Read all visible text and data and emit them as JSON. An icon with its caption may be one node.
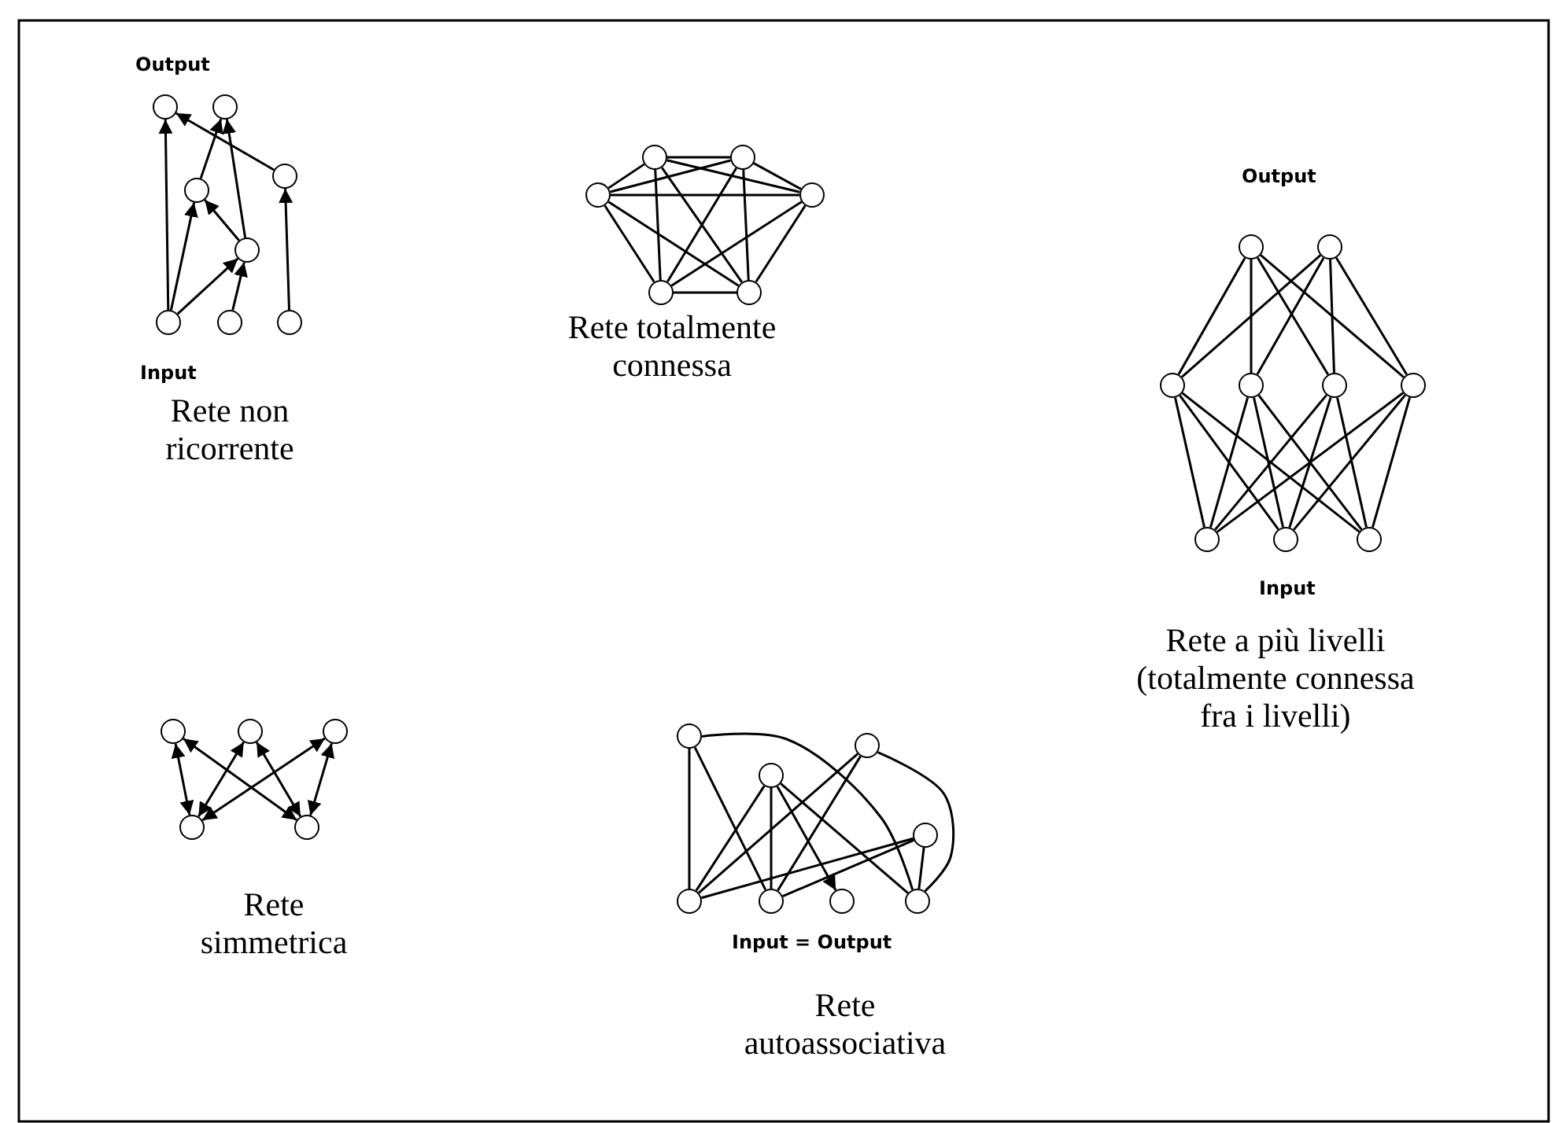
{
  "diagram": {
    "nodes": [
      {
        "text": [],
        "shape": "circle"
      },
      {
        "text": [],
        "shape": "circle"
      },
      {
        "text": [],
        "shape": "circle"
      },
      {
        "text": [],
        "shape": "circle"
      },
      {
        "text": [],
        "shape": "circle"
      },
      {
        "text": [],
        "shape": "circle"
      },
      {
        "text": [],
        "shape": "circle"
      },
      {
        "text": [],
        "shape": "circle"
      },
      {
        "text": [],
        "shape": "circle"
      },
      {
        "text": [],
        "shape": "circle"
      },
      {
        "text": [],
        "shape": "circle"
      },
      {
        "text": [],
        "shape": "circle"
      },
      {
        "text": [],
        "shape": "circle"
      },
      {
        "text": [],
        "shape": "circle"
      },
      {
        "text": [],
        "shape": "circle"
      },
      {
        "text": [],
        "shape": "circle"
      },
      {
        "text": [],
        "shape": "circle"
      },
      {
        "text": [],
        "shape": "circle"
      },
      {
        "text": [],
        "shape": "circle"
      },
      {
        "text": [],
        "shape": "circle"
      },
      {
        "text": [],
        "shape": "circle"
      },
      {
        "text": [],
        "shape": "circle"
      },
      {
        "text": [],
        "shape": "circle"
      },
      {
        "text": [],
        "shape": "circle"
      },
      {
        "text": [],
        "shape": "circle"
      },
      {
        "text": [],
        "shape": "circle"
      },
      {
        "text": [],
        "shape": "circle"
      },
      {
        "text": [],
        "shape": "circle"
      },
      {
        "text": [],
        "shape": "circle"
      },
      {
        "text": [],
        "shape": "circle"
      },
      {
        "text": [],
        "shape": "circle"
      },
      {
        "text": [],
        "shape": "circle"
      },
      {
        "text": [],
        "shape": "circle"
      },
      {
        "text": [],
        "shape": "circle"
      },
      {
        "text": [],
        "shape": "circle"
      },
      {
        "text": [],
        "shape": "circle"
      }
    ],
    "edges": [
      {
        "from": 5,
        "to": 0,
        "arrow": "to"
      },
      {
        "from": 5,
        "to": 3,
        "arrow": "to"
      },
      {
        "from": 5,
        "to": 4,
        "arrow": "to"
      },
      {
        "from": 6,
        "to": 4,
        "arrow": "to"
      },
      {
        "from": 7,
        "to": 2,
        "arrow": "to"
      },
      {
        "from": 4,
        "to": 3,
        "arrow": "to"
      },
      {
        "from": 4,
        "to": 1,
        "arrow": "to"
      },
      {
        "from": 3,
        "to": 1,
        "arrow": "to"
      },
      {
        "from": 2,
        "to": 0,
        "arrow": "to"
      },
      {
        "from": 8,
        "to": 9,
        "arrow": "none"
      },
      {
        "from": 8,
        "to": 10,
        "arrow": "none"
      },
      {
        "from": 8,
        "to": 11,
        "arrow": "none"
      },
      {
        "from": 8,
        "to": 12,
        "arrow": "none"
      },
      {
        "from": 8,
        "to": 13,
        "arrow": "none"
      },
      {
        "from": 9,
        "to": 10,
        "arrow": "none"
      },
      {
        "from": 9,
        "to": 11,
        "arrow": "none"
      },
      {
        "from": 9,
        "to": 12,
        "arrow": "none"
      },
      {
        "from": 9,
        "to": 13,
        "arrow": "none"
      },
      {
        "from": 10,
        "to": 11,
        "arrow": "none"
      },
      {
        "from": 10,
        "to": 12,
        "arrow": "none"
      },
      {
        "from": 10,
        "to": 13,
        "arrow": "none"
      },
      {
        "from": 11,
        "to": 12,
        "arrow": "none"
      },
      {
        "from": 11,
        "to": 13,
        "arrow": "none"
      },
      {
        "from": 12,
        "to": 13,
        "arrow": "none"
      },
      {
        "from": 14,
        "to": 16,
        "arrow": "none"
      },
      {
        "from": 14,
        "to": 17,
        "arrow": "none"
      },
      {
        "from": 14,
        "to": 18,
        "arrow": "none"
      },
      {
        "from": 14,
        "to": 19,
        "arrow": "none"
      },
      {
        "from": 15,
        "to": 16,
        "arrow": "none"
      },
      {
        "from": 15,
        "to": 17,
        "arrow": "none"
      },
      {
        "from": 15,
        "to": 18,
        "arrow": "none"
      },
      {
        "from": 15,
        "to": 19,
        "arrow": "none"
      },
      {
        "from": 16,
        "to": 20,
        "arrow": "none"
      },
      {
        "from": 16,
        "to": 21,
        "arrow": "none"
      },
      {
        "from": 16,
        "to": 22,
        "arrow": "none"
      },
      {
        "from": 17,
        "to": 20,
        "arrow": "none"
      },
      {
        "from": 17,
        "to": 21,
        "arrow": "none"
      },
      {
        "from": 17,
        "to": 22,
        "arrow": "none"
      },
      {
        "from": 18,
        "to": 20,
        "arrow": "none"
      },
      {
        "from": 18,
        "to": 21,
        "arrow": "none"
      },
      {
        "from": 18,
        "to": 22,
        "arrow": "none"
      },
      {
        "from": 19,
        "to": 20,
        "arrow": "none"
      },
      {
        "from": 19,
        "to": 21,
        "arrow": "none"
      },
      {
        "from": 19,
        "to": 22,
        "arrow": "none"
      },
      {
        "from": 26,
        "to": 23,
        "arrow": "both"
      },
      {
        "from": 27,
        "to": 23,
        "arrow": "both"
      },
      {
        "from": 26,
        "to": 24,
        "arrow": "both"
      },
      {
        "from": 27,
        "to": 24,
        "arrow": "both"
      },
      {
        "from": 26,
        "to": 25,
        "arrow": "both"
      },
      {
        "from": 27,
        "to": 25,
        "arrow": "both"
      },
      {
        "from": 28,
        "to": 32,
        "arrow": "none"
      },
      {
        "from": 28,
        "to": 33,
        "arrow": "none"
      },
      {
        "from": 28,
        "to": 35,
        "arrow": "none"
      },
      {
        "from": 29,
        "to": 32,
        "arrow": "none"
      },
      {
        "from": 29,
        "to": 33,
        "arrow": "none"
      },
      {
        "from": 29,
        "to": 34,
        "arrow": "to"
      },
      {
        "from": 29,
        "to": 35,
        "arrow": "none"
      },
      {
        "from": 30,
        "to": 32,
        "arrow": "none"
      },
      {
        "from": 30,
        "to": 33,
        "arrow": "none"
      },
      {
        "from": 30,
        "to": 35,
        "arrow": "none"
      },
      {
        "from": 31,
        "to": 32,
        "arrow": "none"
      },
      {
        "from": 31,
        "to": 33,
        "arrow": "none"
      },
      {
        "from": 31,
        "to": 35,
        "arrow": "none"
      }
    ],
    "labels": [
      "Output",
      "Output",
      "Rete totalmente connessa",
      "Input",
      "Rete non ricorrente",
      "Input",
      "Rete a più livelli (totalmente connessa fra i livelli)",
      "Input = Output",
      "Rete simmetrica",
      "Rete autoassociativa"
    ]
  }
}
